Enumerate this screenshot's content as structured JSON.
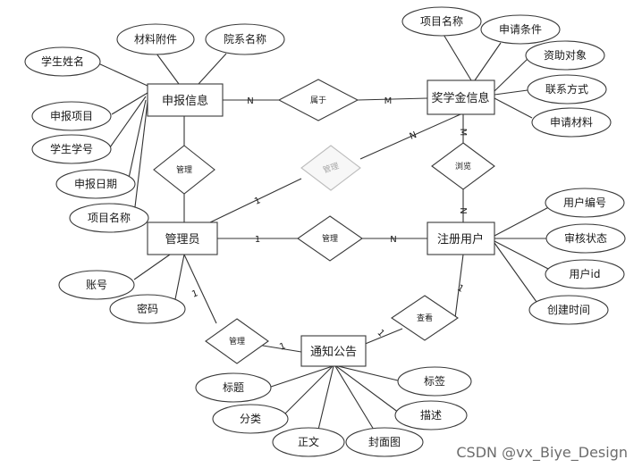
{
  "entities": {
    "shenbao": "申报信息",
    "jiangxuejin": "奖学金信息",
    "guanliyuan": "管理员",
    "zhuceyonghu": "注册用户",
    "tongzhigonggao": "通知公告"
  },
  "relationships": {
    "shuyu": "属于",
    "guanli_jxj": "管理",
    "guanli_sb": "管理",
    "guanli_user": "管理",
    "liulan": "浏览",
    "guanli_gg": "管理",
    "chakan": "查看"
  },
  "attributes": {
    "shenbao": [
      "学生姓名",
      "材料附件",
      "院系名称",
      "申报项目",
      "学生学号",
      "申报日期",
      "项目名称"
    ],
    "jiangxuejin": [
      "项目名称",
      "申请条件",
      "资助对象",
      "联系方式",
      "申请材料"
    ],
    "guanliyuan": [
      "账号",
      "密码"
    ],
    "zhuceyonghu": [
      "用户编号",
      "审核状态",
      "用户id",
      "创建时间"
    ],
    "tongzhigonggao": [
      "标题",
      "分类",
      "正文",
      "封面图",
      "描述",
      "标签"
    ]
  },
  "cardinalities": {
    "shuyu_left": "N",
    "shuyu_right": "M",
    "jxj_admin_top": "N",
    "jxj_admin_bottom": "1",
    "liulan_top": "M",
    "liulan_bottom": "N",
    "user_admin_left": "1",
    "user_admin_right": "N",
    "gg_admin_top": "1",
    "gg_admin_bottom": "1",
    "gg_user_top": "1",
    "gg_user_bottom": "1"
  },
  "watermark": "CSDN @vx_Biye_Design"
}
